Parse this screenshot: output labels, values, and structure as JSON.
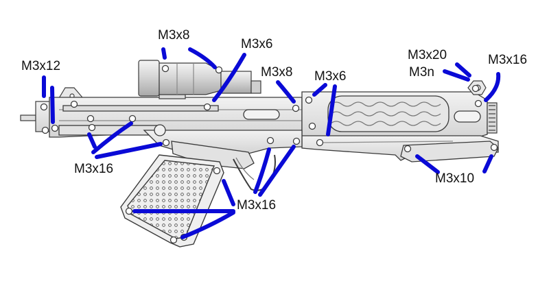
{
  "diagram": {
    "labels": [
      "M3x12",
      "M3x8",
      "M3x6",
      "M3x8",
      "M3x6",
      "M3x20",
      "M3n",
      "M3x16",
      "M3x16",
      "M3x16",
      "M3x10"
    ],
    "colors": {
      "annotation": "#0a0ad6",
      "outline": "#3a3a3a",
      "body_fill": "#e9e9e9",
      "shade_fill": "#cfcfcf",
      "text": "#111111",
      "background": "#ffffff"
    }
  }
}
